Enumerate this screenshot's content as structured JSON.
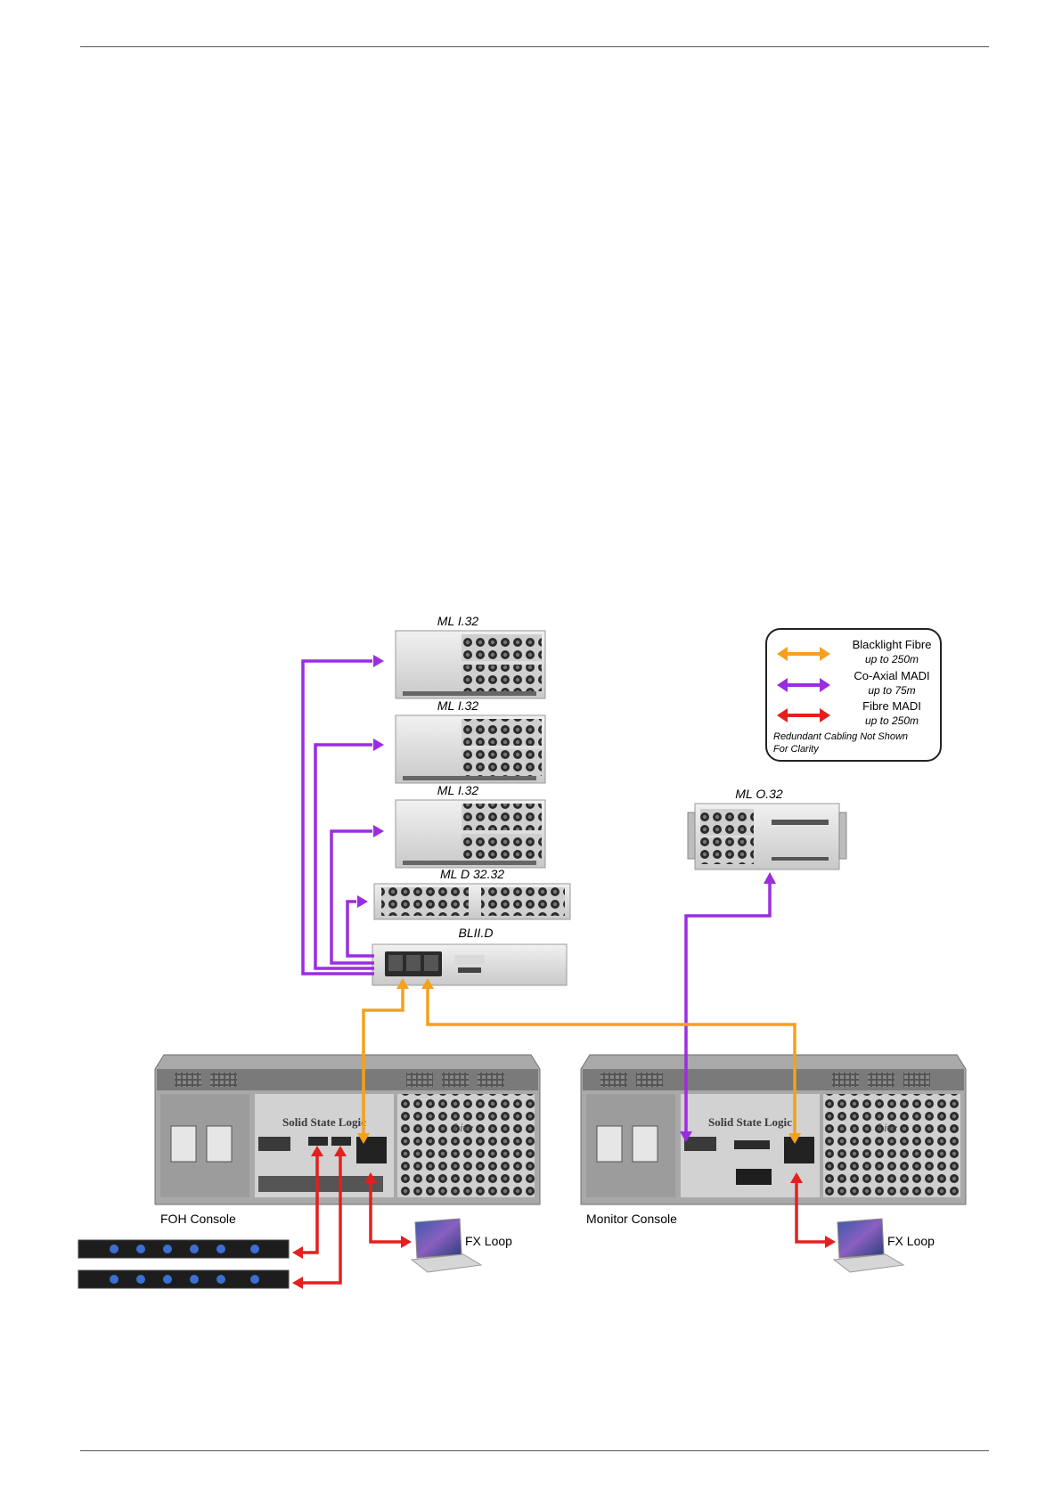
{
  "devices": {
    "ml_i32_1": "ML I.32",
    "ml_i32_2": "ML I.32",
    "ml_i32_3": "ML I.32",
    "ml_d3232": "ML D 32.32",
    "blii_d": "BLII.D",
    "ml_o32": "ML O.32"
  },
  "consoles": {
    "foh": "FOH Console",
    "monitor": "Monitor Console",
    "brand": "Solid State Logic",
    "model": "Live"
  },
  "fx_loops": {
    "foh": "FX Loop",
    "monitor": "FX Loop"
  },
  "legend": {
    "items": [
      {
        "name": "Blacklight Fibre",
        "range": "up to 250m",
        "color": "#f5a01e"
      },
      {
        "name": "Co-Axial MADI",
        "range": "up to 75m",
        "color": "#9b2de0"
      },
      {
        "name": "Fibre MADI",
        "range": "up to 250m",
        "color": "#e51f1f"
      }
    ],
    "note_line1": "Redundant Cabling Not Shown",
    "note_line2": "For Clarity"
  },
  "colors": {
    "blacklight_fibre": "#f5a01e",
    "coaxial_madi": "#9b2de0",
    "fibre_madi": "#e51f1f"
  }
}
